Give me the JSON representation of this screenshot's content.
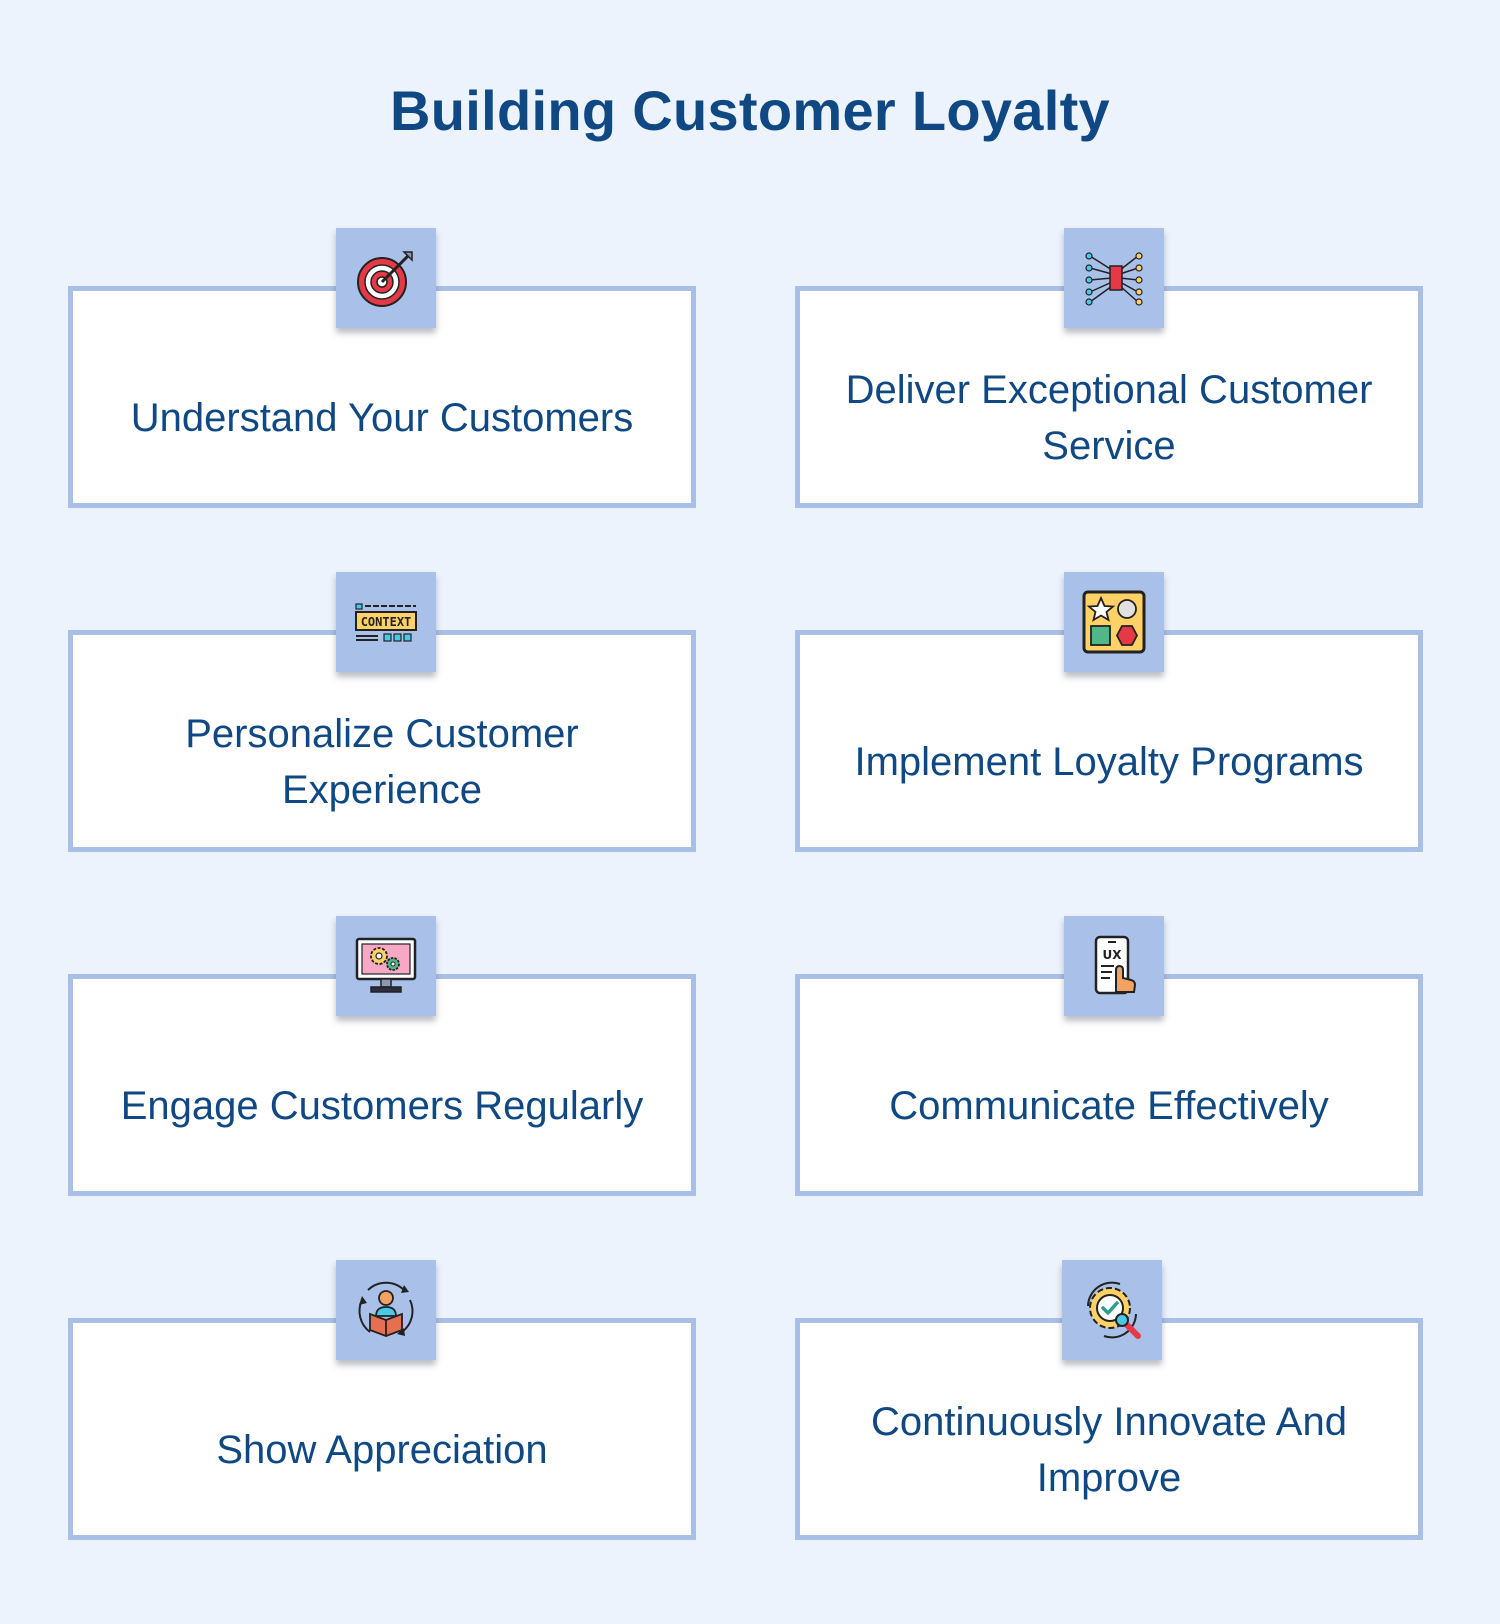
{
  "title": "Building Customer Loyalty",
  "cards": [
    {
      "label": "Understand Your Customers",
      "icon": "target-icon"
    },
    {
      "label": "Deliver Exceptional Customer Service",
      "icon": "network-icon"
    },
    {
      "label": "Personalize Customer Experience",
      "icon": "context-icon",
      "icon_text": "CONTEXT"
    },
    {
      "label": "Implement Loyalty Programs",
      "icon": "shapes-board-icon"
    },
    {
      "label": "Engage Customers Regularly",
      "icon": "monitor-gears-icon"
    },
    {
      "label": "Communicate Effectively",
      "icon": "ux-phone-icon",
      "icon_text": "UX"
    },
    {
      "label": "Show Appreciation",
      "icon": "person-cycle-icon"
    },
    {
      "label": "Continuously Innovate And Improve",
      "icon": "gear-check-icon"
    }
  ]
}
